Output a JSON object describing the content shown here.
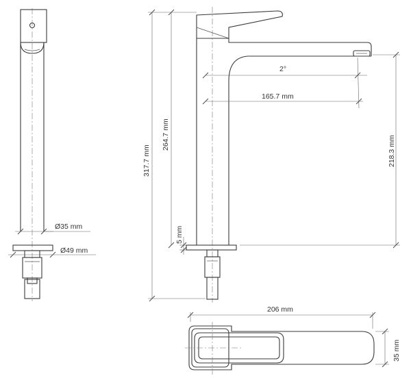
{
  "dimensions": {
    "base_diameter": "Ø35 mm",
    "flange_diameter": "Ø49 mm",
    "overall_height": "317.7 mm",
    "body_height": "264.7 mm",
    "flange_thickness": "5 mm",
    "spout_angle": "2°",
    "spout_reach": "165.7 mm",
    "spout_outlet_height": "218.3 mm",
    "top_length": "206 mm",
    "top_width": "35 mm"
  },
  "colors": {
    "line": "#3a3a3a",
    "dimension": "#666666",
    "text": "#333333"
  }
}
